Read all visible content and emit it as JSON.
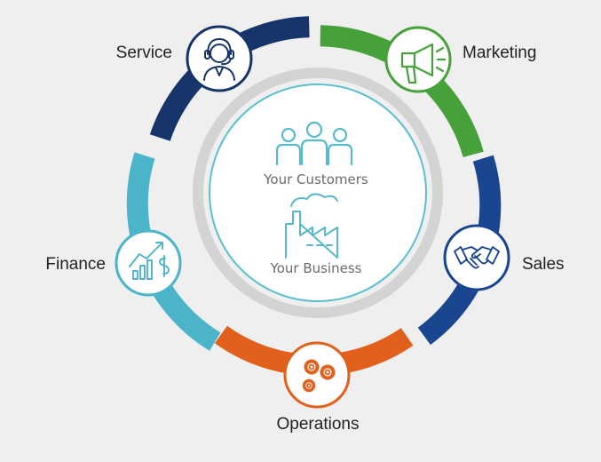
{
  "diagram": {
    "center": {
      "customers_label": "Your Customers",
      "business_label": "Your Business",
      "customers_icon": "people-group-icon",
      "business_icon": "factory-icon"
    },
    "segments": {
      "service": {
        "label": "Service",
        "icon": "headset-agent-icon",
        "color": "#17346b"
      },
      "marketing": {
        "label": "Marketing",
        "icon": "megaphone-icon",
        "color": "#46a13a"
      },
      "sales": {
        "label": "Sales",
        "icon": "handshake-icon",
        "color": "#1a4690"
      },
      "operations": {
        "label": "Operations",
        "icon": "gears-icon",
        "color": "#e0601c"
      },
      "finance": {
        "label": "Finance",
        "icon": "growth-chart-icon",
        "color": "#4cb4c8"
      }
    },
    "colors": {
      "background": "#efefef",
      "inner_ring": "#5bbfcf",
      "grey_ring": "#d3d3d3",
      "center_icons": "#58b9cc"
    }
  }
}
